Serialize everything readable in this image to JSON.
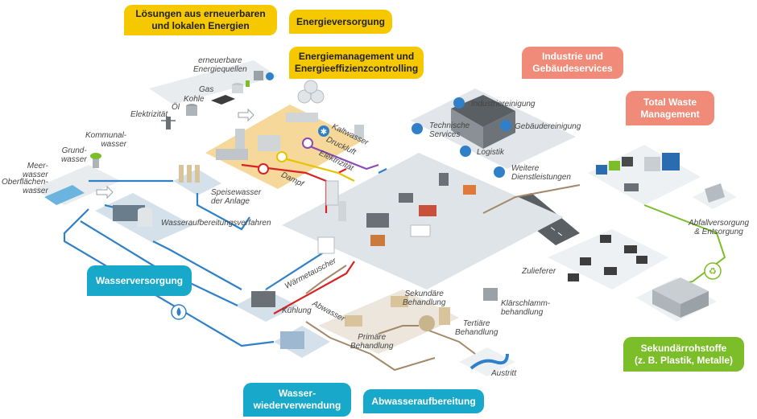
{
  "boxes": {
    "renewables": "Lösungen aus erneuerbaren\nund lokalen Energien",
    "energy_supply": "Energieversorgung",
    "energy_management": "Energiemanagement und\nEnergieeffizienzcontrolling",
    "industry_services": "Industrie und\nGebäudeservices",
    "total_waste": "Total Waste\nManagement",
    "water_supply": "Wasserversorgung",
    "water_reuse": "Wasser-\nwiederverwendung",
    "wastewater_treatment": "Abwasseraufbereitung",
    "secondary_raw": "Sekundärrohstoffe\n(z. B. Plastik, Metalle)"
  },
  "labels": {
    "renewable_sources": "erneuerbare\nEnergiequellen",
    "gas": "Gas",
    "coal": "Kohle",
    "oil": "Öl",
    "electricity_source": "Elektrizität",
    "municipal_water": "Kommunal-\nwasser",
    "ground_water": "Grund-\nwasser",
    "sea_water": "Meer-\nwasser",
    "surface_water": "Oberflächen-\nwasser",
    "feed_water": "Speisewasser\nder Anlage",
    "water_treatment": "Wasseraufbereitungsverfahren",
    "cold_water": "Kaltwasser",
    "compressed_air": "Druckluft",
    "electricity_line": "Elektrizität",
    "steam": "Dampf",
    "heat_exchanger": "Wärmetauscher",
    "cooling": "Kühlung",
    "wastewater": "Abwasser",
    "primary": "Primäre\nBehandlung",
    "secondary": "Sekundäre\nBehandlung",
    "tertiary": "Tertiäre\nBehandlung",
    "sludge": "Klärschlamm-\nbehandlung",
    "outlet": "Austritt",
    "industrial_cleaning": "Industriereinigung",
    "technical_services": "Technische\nServices",
    "building_cleaning": "Gebäudereinigung",
    "logistics": "Logistik",
    "other_services": "Weitere\nDienstleistungen",
    "suppliers": "Zulieferer",
    "waste_disposal": "Abfallversorgung\n& Entsorgung"
  },
  "colors": {
    "yellow": "#f5c800",
    "salmon": "#ef8b78",
    "teal": "#18a8c9",
    "green": "#7cbd2a",
    "water_line": "#2f80c8",
    "steam_line": "#d62424",
    "electric_line": "#e6c400",
    "air_line": "#8a4ab8",
    "waste_line": "#a3896a"
  },
  "icons": [
    "wrench-icon",
    "person-icon",
    "truck-icon",
    "helmet-icon",
    "recycle-icon",
    "water-drop-icon",
    "snowflake-icon",
    "gauge-icon"
  ]
}
